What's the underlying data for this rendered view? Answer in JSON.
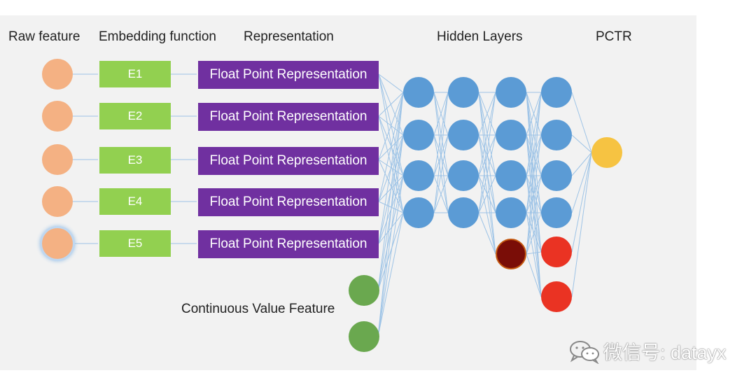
{
  "headers": {
    "raw_feature": "Raw feature",
    "embedding_function": "Embedding function",
    "representation": "Representation",
    "hidden_layers": "Hidden Layers",
    "pctr": "PCTR"
  },
  "embeddings": [
    "E1",
    "E2",
    "E3",
    "E4",
    "E5"
  ],
  "representation_label": "Float Point Representation",
  "continuous_label": "Continuous Value Feature",
  "watermark": "微信号: datayx",
  "colors": {
    "raw": "#f4b183",
    "embedding": "#92d050",
    "representation": "#7030a0",
    "hidden": "#5b9bd5",
    "dark_node": "#7a0d07",
    "red_node": "#ea3323",
    "continuous": "#6aa84f",
    "output": "#f6c342",
    "wire": "#9dc3e6"
  }
}
